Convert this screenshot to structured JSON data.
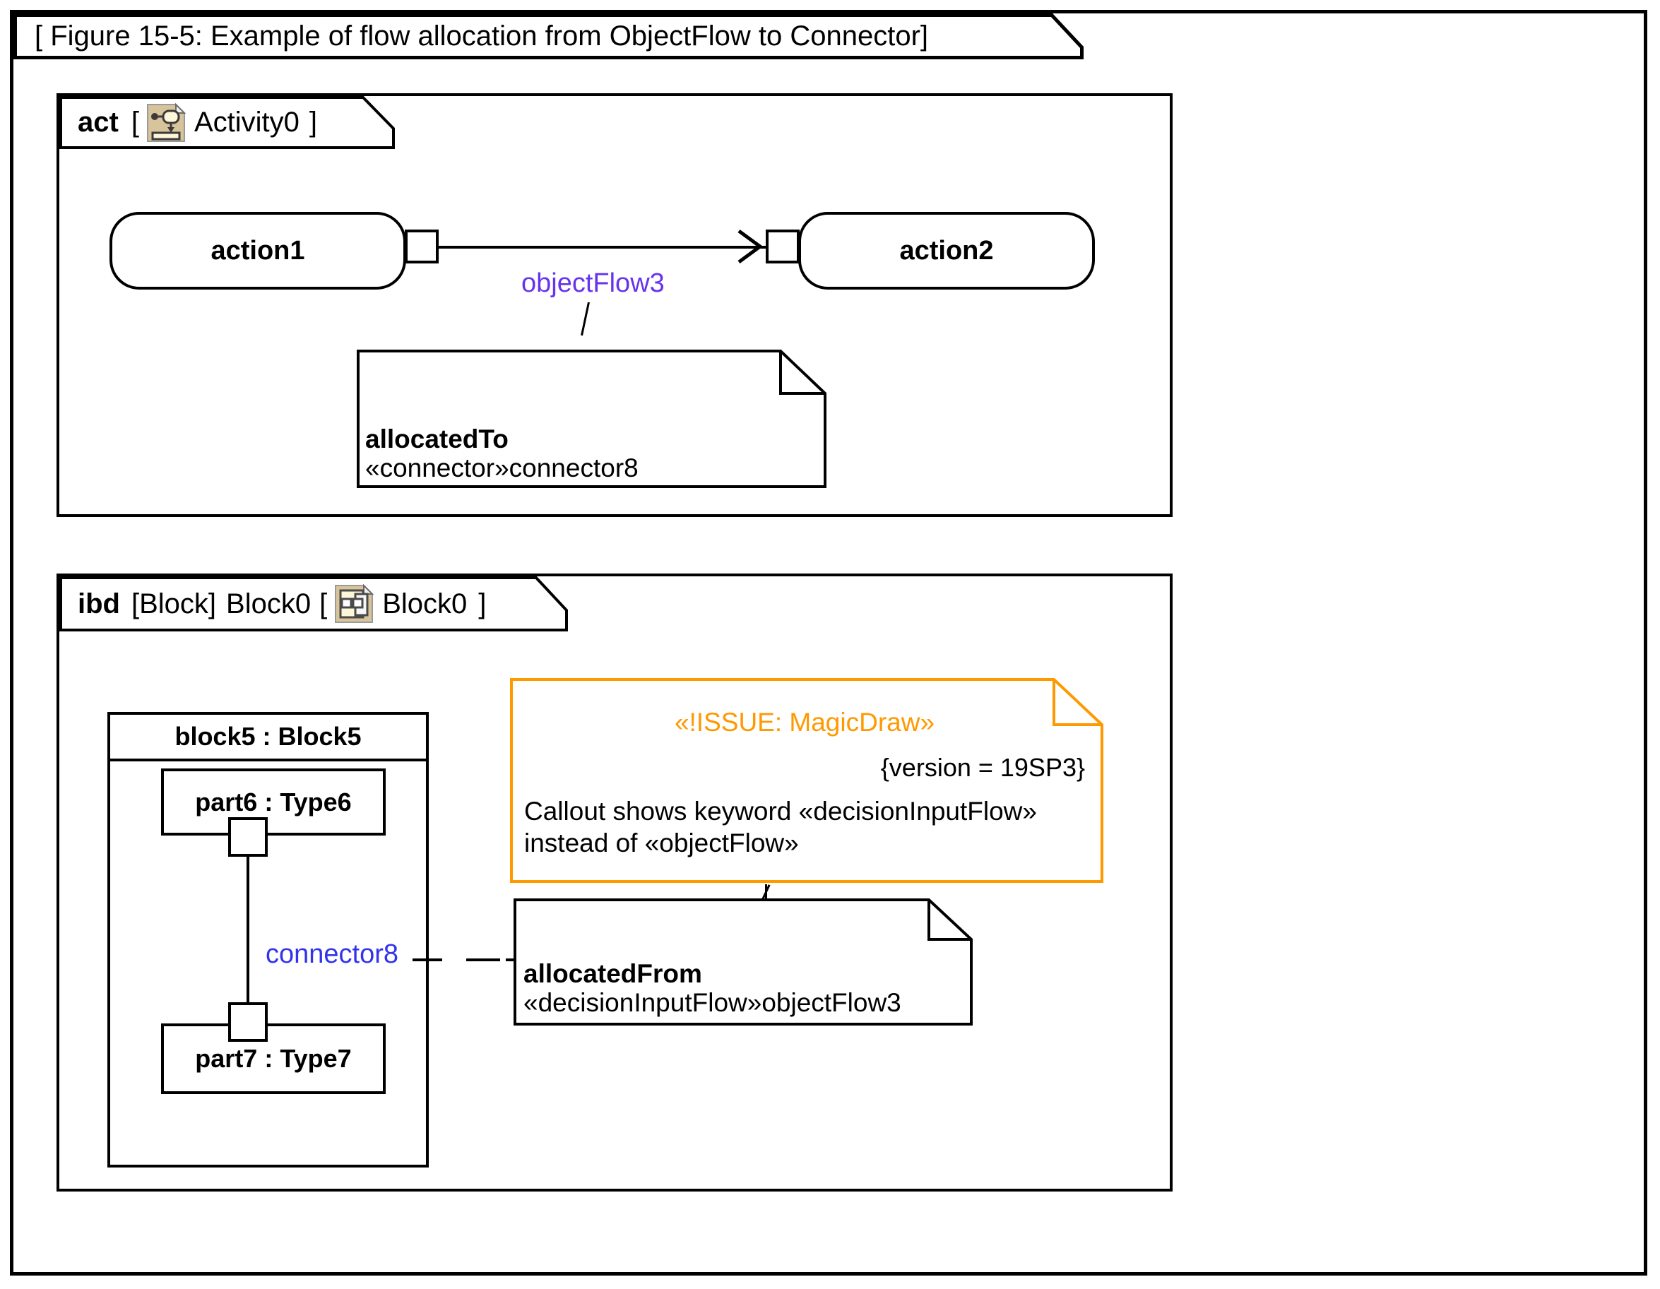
{
  "figure": {
    "title": "[ Figure 15-5: Example of flow allocation from ObjectFlow to Connector]"
  },
  "colors": {
    "outline": "#000000",
    "objectflow_label": "#6633ee",
    "connector_label": "#3333ee",
    "issue_orange": "#ff9900",
    "icon_fill": "#d8c49a",
    "icon_inner": "#fdf6d8"
  },
  "act_frame": {
    "kind": "act",
    "open_bracket": "[",
    "icon": "activity-diagram-icon",
    "name": "Activity0",
    "close_bracket": "]",
    "nodes": [
      {
        "name": "action1",
        "label": "action1"
      },
      {
        "name": "action2",
        "label": "action2"
      }
    ],
    "edge": {
      "name": "objectFlow3",
      "label": "objectFlow3",
      "arrow": "open-arrow-right"
    },
    "note": {
      "name": "allocatedTo-note",
      "lines": [
        {
          "text": "allocatedTo",
          "bold": true
        },
        {
          "text": "«connector»connector8",
          "bold": false
        }
      ]
    }
  },
  "ibd_frame": {
    "kind": "ibd",
    "type_bracket": "[Block]",
    "context": "Block0",
    "open_bracket": "[",
    "icon": "internal-block-diagram-icon",
    "name": "Block0",
    "close_bracket": "]",
    "block": {
      "header": "block5 : Block5",
      "parts": [
        {
          "label": "part6 : Type6"
        },
        {
          "label": "part7 : Type7"
        }
      ],
      "connector": {
        "label": "connector8"
      }
    },
    "issue_note": {
      "keyword": "«!ISSUE: MagicDraw»",
      "version": "{version = 19SP3}",
      "body_line1": "Callout shows keyword «decisionInputFlow»",
      "body_line2": "instead of «objectFlow»"
    },
    "note": {
      "name": "allocatedFrom-note",
      "lines": [
        {
          "text": "allocatedFrom",
          "bold": true
        },
        {
          "text": "«decisionInputFlow»objectFlow3",
          "bold": false
        }
      ]
    }
  }
}
